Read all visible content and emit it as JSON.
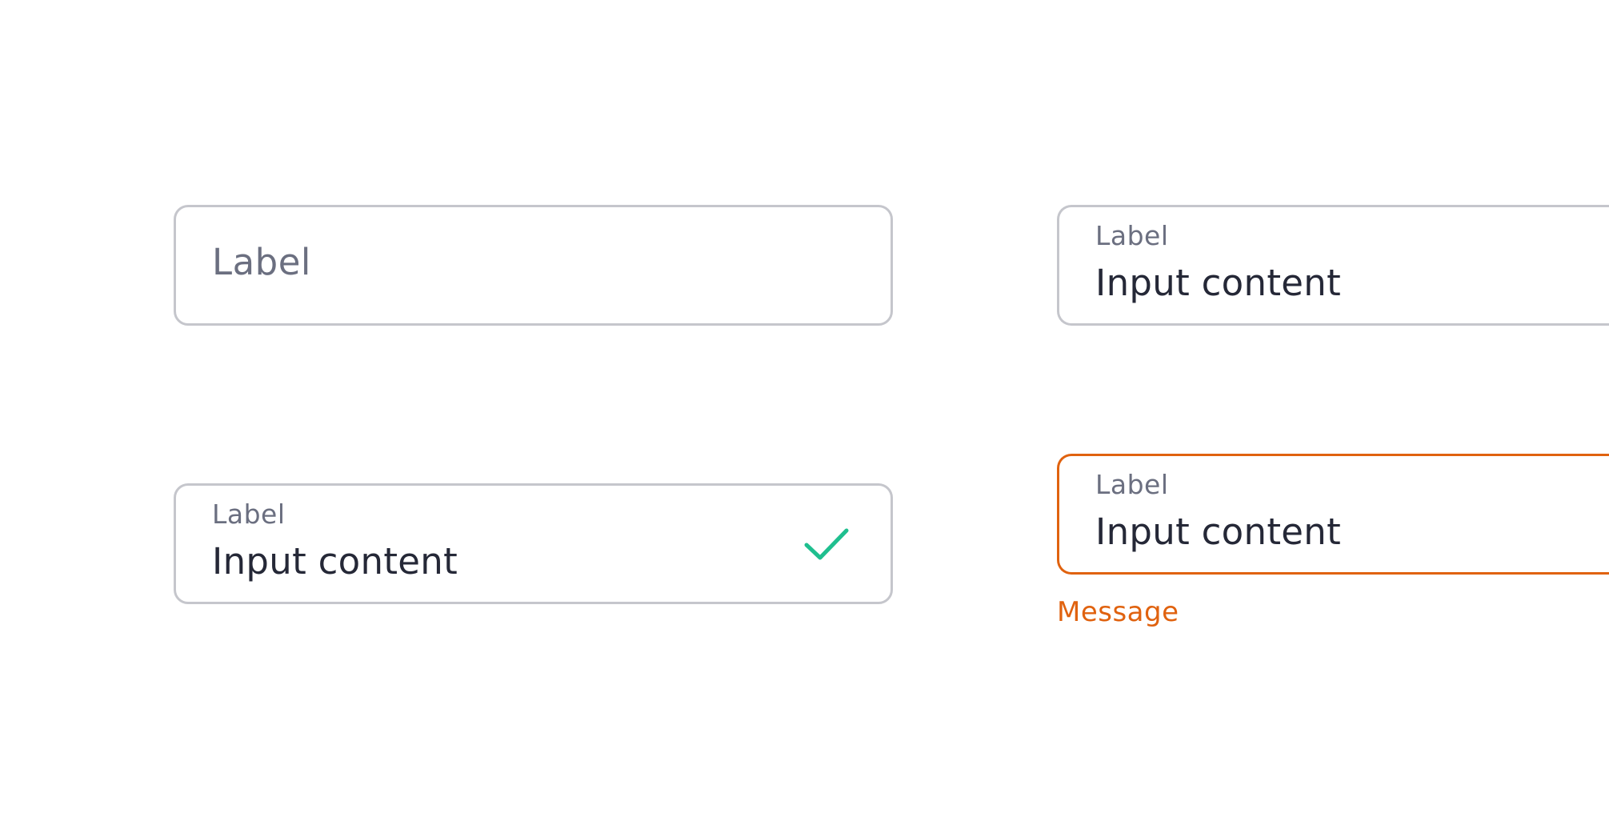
{
  "fields": {
    "empty": {
      "placeholder": "Label"
    },
    "filled": {
      "label": "Label",
      "value": "Input content"
    },
    "success": {
      "label": "Label",
      "value": "Input content",
      "icon": "check-icon"
    },
    "error": {
      "label": "Label",
      "value": "Input content",
      "message": "Message"
    }
  },
  "colors": {
    "border": "#c5c6cc",
    "label": "#6b6f80",
    "text": "#252837",
    "success": "#1fbf8f",
    "error": "#e0620f"
  }
}
